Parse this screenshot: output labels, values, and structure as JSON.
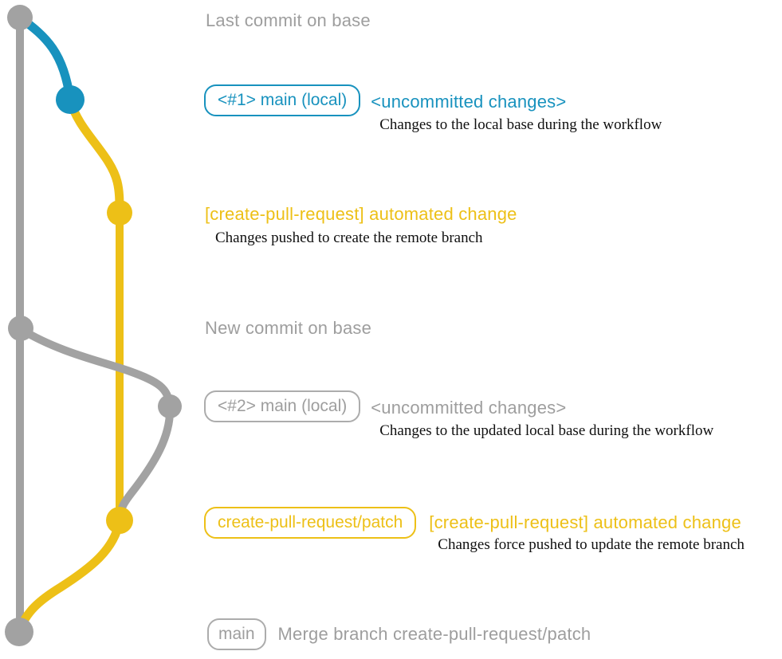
{
  "colors": {
    "gray_line": "#a2a2a2",
    "gray_text": "#9e9e9e",
    "gray_border": "#acacac",
    "blue": "#1892be",
    "yellow": "#edc017",
    "detail_text": "#101010",
    "background": "#ffffff"
  },
  "graph": {
    "type": "git-branch-diagram",
    "branches_visible": [
      "main (local)",
      "create-pull-request/patch",
      "main"
    ],
    "branch_line_colors": [
      "#a2a2a2",
      "#1892be",
      "#edc017"
    ],
    "commit_dot_colors": [
      "gray",
      "blue",
      "yellow",
      "gray",
      "gray",
      "yellow",
      "gray"
    ]
  },
  "annotations": {
    "last_commit_label": "Last commit on base",
    "new_commit_label": "New commit on base",
    "row1": {
      "badge": "<#1> main (local)",
      "heading": "<uncommitted changes>",
      "detail": "Changes to the local base during the workflow"
    },
    "row2": {
      "heading": "[create-pull-request] automated change",
      "detail": "Changes pushed to create the remote branch"
    },
    "row3": {
      "badge": "<#2> main (local)",
      "heading": "<uncommitted changes>",
      "detail": "Changes to the updated local base during the workflow"
    },
    "row4": {
      "badge": "create-pull-request/patch",
      "heading": "[create-pull-request] automated change",
      "detail": "Changes force pushed to update the remote branch"
    },
    "row5": {
      "badge": "main",
      "heading": "Merge branch create-pull-request/patch"
    }
  }
}
